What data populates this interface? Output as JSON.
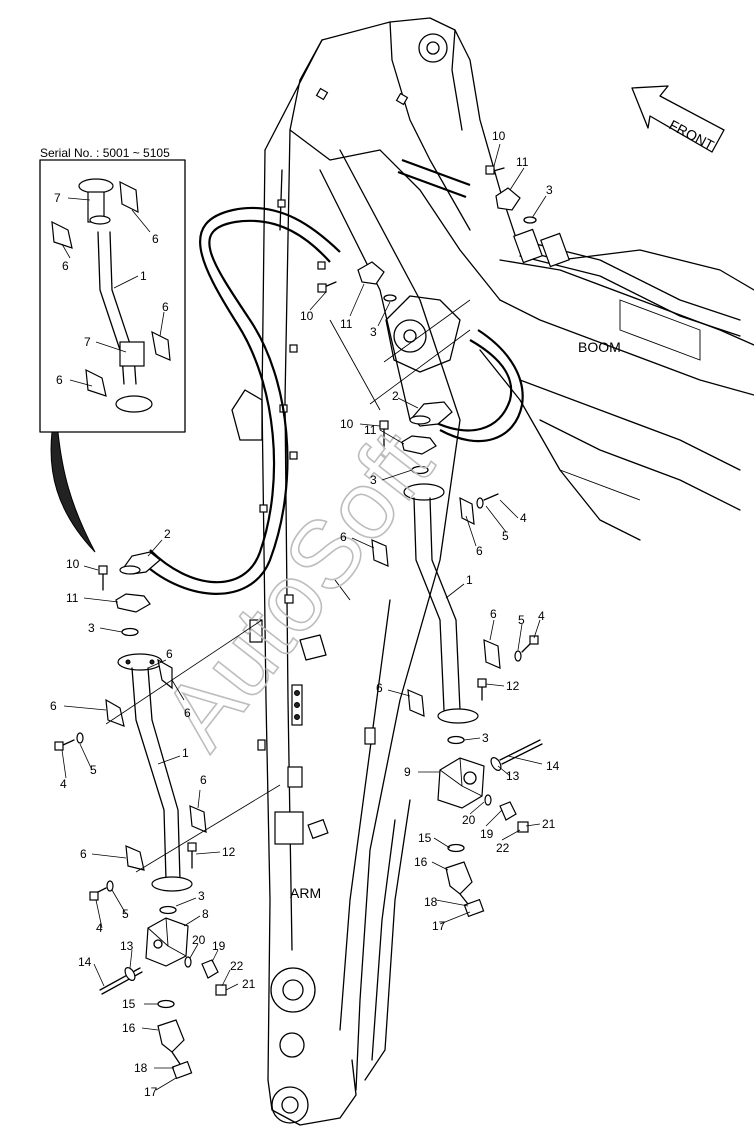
{
  "inset": {
    "serial_label": "Serial No. : 5001 ~ 5105"
  },
  "labels": {
    "boom": "BOOM",
    "arm": "ARM",
    "front": "FRONT",
    "watermark": "AutoSoft"
  },
  "callouts": [
    {
      "id": "c1",
      "text": "1"
    },
    {
      "id": "c2",
      "text": "2"
    },
    {
      "id": "c3",
      "text": "3"
    },
    {
      "id": "c4",
      "text": "4"
    },
    {
      "id": "c5",
      "text": "5"
    },
    {
      "id": "c6",
      "text": "6"
    },
    {
      "id": "c7",
      "text": "7"
    },
    {
      "id": "c8",
      "text": "8"
    },
    {
      "id": "c9",
      "text": "9"
    },
    {
      "id": "c10",
      "text": "10"
    },
    {
      "id": "c11",
      "text": "11"
    },
    {
      "id": "c12",
      "text": "12"
    },
    {
      "id": "c13",
      "text": "13"
    },
    {
      "id": "c14",
      "text": "14"
    },
    {
      "id": "c15",
      "text": "15"
    },
    {
      "id": "c16",
      "text": "16"
    },
    {
      "id": "c17",
      "text": "17"
    },
    {
      "id": "c18",
      "text": "18"
    },
    {
      "id": "c19",
      "text": "19"
    },
    {
      "id": "c20",
      "text": "20"
    },
    {
      "id": "c21",
      "text": "21"
    },
    {
      "id": "c22",
      "text": "22"
    }
  ],
  "colors": {
    "line": "#000000",
    "watermark": "#bdbdbd",
    "background": "#ffffff"
  }
}
